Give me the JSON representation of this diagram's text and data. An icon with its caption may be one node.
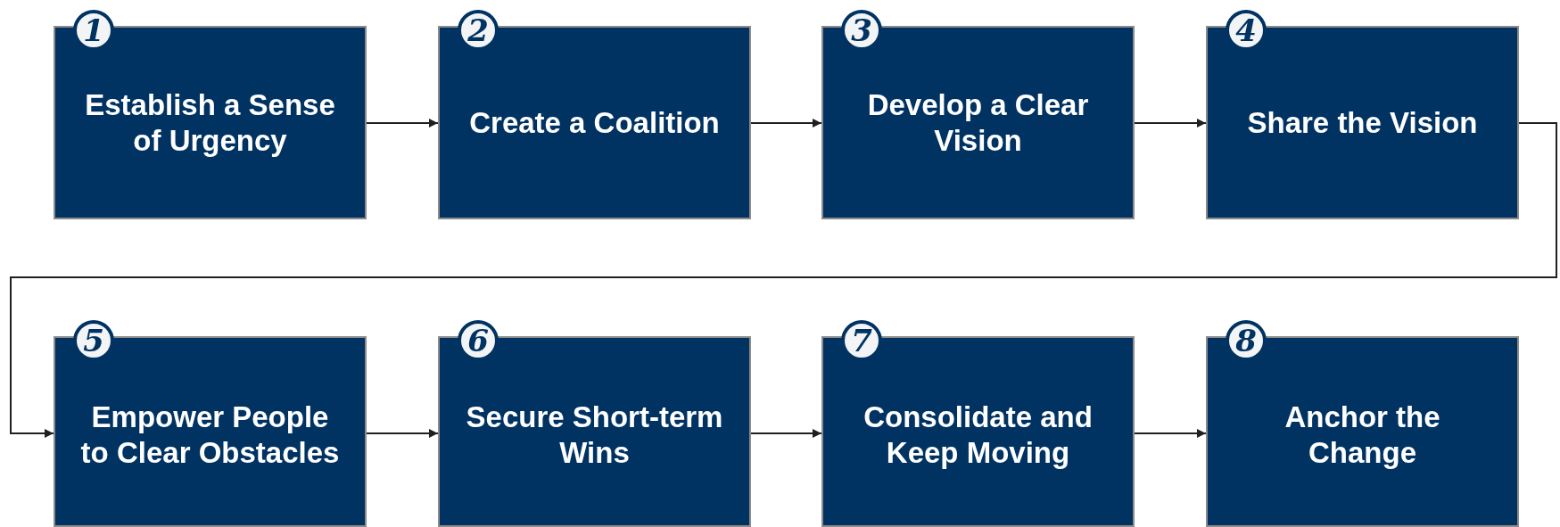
{
  "diagram": {
    "nodes": [
      {
        "text": [
          "1",
          "Establish a Sense of Urgency"
        ]
      },
      {
        "text": [
          "2",
          "Create a Coalition"
        ]
      },
      {
        "text": [
          "3",
          "Develop a Clear Vision"
        ]
      },
      {
        "text": [
          "4",
          "Share the Vision"
        ]
      },
      {
        "text": [
          "5",
          "Empower People to Clear Obstacles"
        ]
      },
      {
        "text": [
          "6",
          "Secure Short-term Wins"
        ]
      },
      {
        "text": [
          "7",
          "Consolidate and Keep Moving"
        ]
      },
      {
        "text": [
          "8",
          "Anchor the Change"
        ]
      }
    ],
    "edges": [
      {
        "from": 0,
        "to": 1,
        "arrow": "to"
      },
      {
        "from": 1,
        "to": 2,
        "arrow": "to"
      },
      {
        "from": 2,
        "to": 3,
        "arrow": "to"
      },
      {
        "from": 3,
        "to": 4,
        "arrow": "to"
      },
      {
        "from": 4,
        "to": 5,
        "arrow": "to"
      },
      {
        "from": 5,
        "to": 6,
        "arrow": "to"
      },
      {
        "from": 6,
        "to": 7,
        "arrow": "to"
      }
    ]
  }
}
